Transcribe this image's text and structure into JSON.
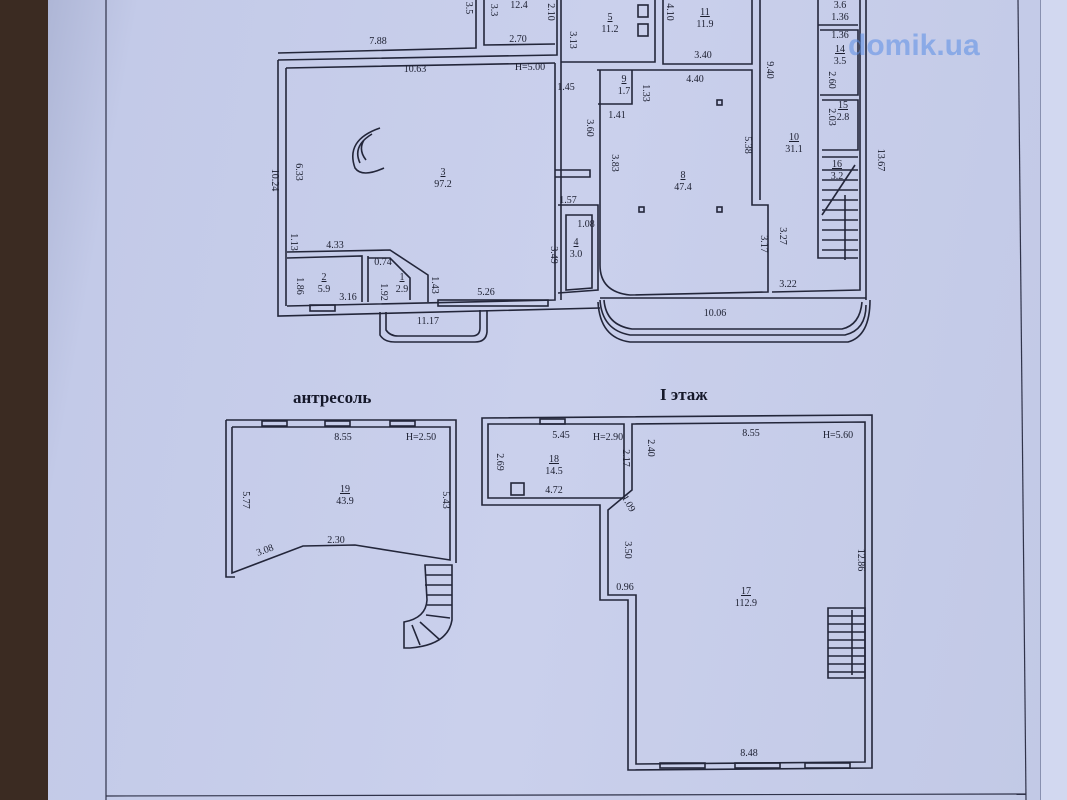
{
  "watermark": "domik.ua",
  "section_titles": {
    "mezzanine": "антресоль",
    "first_floor": "I этаж"
  },
  "rooms": {
    "r1": {
      "no": "1",
      "area": "2.9"
    },
    "r2": {
      "no": "2",
      "area": "5.9"
    },
    "r3": {
      "no": "3",
      "area": "97.2"
    },
    "r4": {
      "no": "4",
      "area": "3.0"
    },
    "r5": {
      "no": "5",
      "area": "11.2"
    },
    "r8": {
      "no": "8",
      "area": "47.4"
    },
    "r9": {
      "no": "9",
      "area": "1.7"
    },
    "r10": {
      "no": "10",
      "area": "31.1"
    },
    "r11": {
      "no": "11",
      "area": "11.9"
    },
    "r12": {
      "area": "12.4"
    },
    "r14": {
      "no": "14",
      "area": "3.5"
    },
    "r15": {
      "no": "15",
      "area": "2.8"
    },
    "r16": {
      "no": "16",
      "area": "3.2"
    },
    "r17": {
      "no": "17",
      "area": "112.9"
    },
    "r18": {
      "no": "18",
      "area": "14.5"
    },
    "r19": {
      "no": "19",
      "area": "43.9"
    }
  },
  "dims": {
    "a1": "3.5",
    "a2": "3.3",
    "a3": "2.10",
    "a4": "2.70",
    "a5": "7.88",
    "a6": "10.63",
    "a7": "H=5.00",
    "a8": "1.45",
    "a9": "3.13",
    "a10": "4.10",
    "a11": "3.40",
    "a12": "9.40",
    "a13": "3.6",
    "a14": "1.36",
    "a15": "1.36",
    "a16": "2.60",
    "a17": "2.03",
    "a18": "13.67",
    "a19": "4.40",
    "a20": "1.33",
    "a21": "1.41",
    "a22": "3.60",
    "a23": "3.83",
    "a24": "5.38",
    "a25": "10.24",
    "a26": "6.33",
    "a27": "1.13",
    "a28": "4.33",
    "a29": "0.74",
    "a30": "1.86",
    "a31": "3.16",
    "a32": "1.92",
    "a33": "1.43",
    "a34": "5.26",
    "a35": "3.49",
    "a36": "1.57",
    "a37": "1.08",
    "a38": "11.17",
    "a39": "3.17",
    "a40": "3.27",
    "a41": "3.22",
    "a42": "10.06",
    "b1": "8.55",
    "b2": "H=2.50",
    "b3": "5.77",
    "b4": "5.43",
    "b5": "3.08",
    "b6": "2.30",
    "c1": "5.45",
    "c2": "H=2.90",
    "c3": "2.69",
    "c4": "2.17",
    "c5": "4.72",
    "c6": "1.09",
    "c7": "2.40",
    "c8": "8.55",
    "c9": "H=5.60",
    "c10": "3.50",
    "c11": "0.96",
    "c12": "12.86",
    "c13": "8.48"
  }
}
